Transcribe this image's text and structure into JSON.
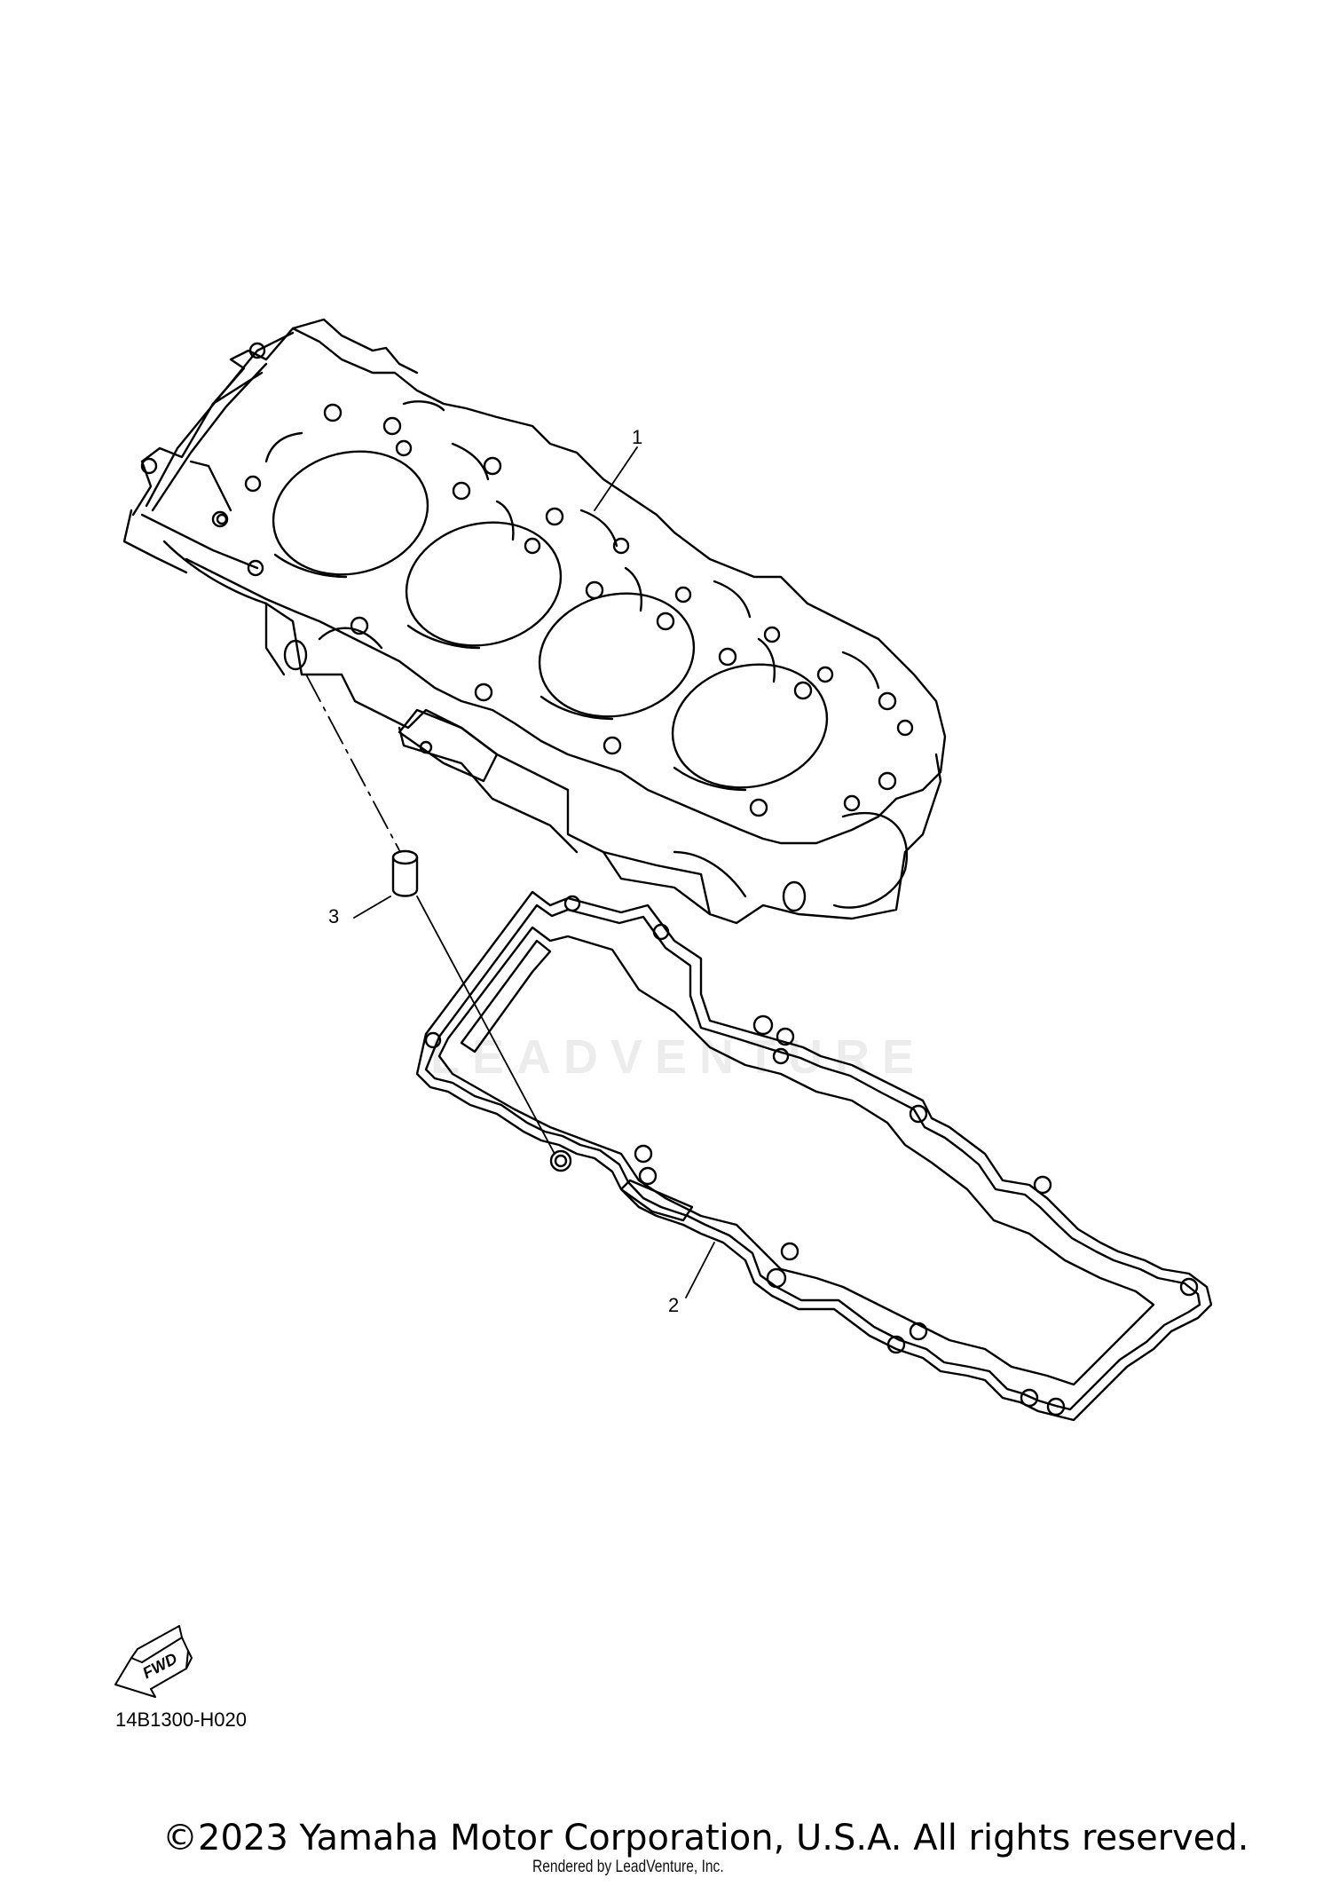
{
  "callouts": [
    {
      "id": "1",
      "label": "1"
    },
    {
      "id": "2",
      "label": "2"
    },
    {
      "id": "3",
      "label": "3"
    }
  ],
  "fwd_badge": "FWD",
  "drawing_code": "14B1300-H020",
  "watermark": "LEADVENTURE",
  "copyright": "©2023 Yamaha Motor Corporation, U.S.A. All rights reserved.",
  "rendered_by": "Rendered by LeadVenture, Inc."
}
